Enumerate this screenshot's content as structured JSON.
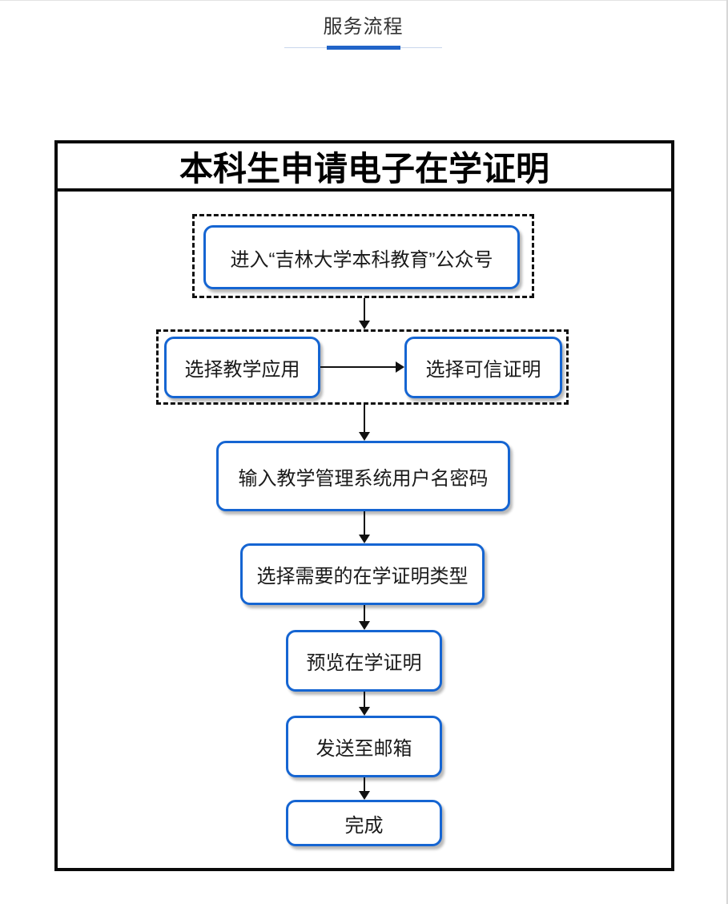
{
  "header": {
    "tab_label": "服务流程"
  },
  "flowchart": {
    "title": "本科生申请电子在学证明",
    "nodes": [
      {
        "id": "step-1",
        "label": "进入“吉林大学本科教育”公众号"
      },
      {
        "id": "step-2a",
        "label": "选择教学应用"
      },
      {
        "id": "step-2b",
        "label": "选择可信证明"
      },
      {
        "id": "step-3",
        "label": "输入教学管理系统用户名密码"
      },
      {
        "id": "step-4",
        "label": "选择需要的在学证明类型"
      },
      {
        "id": "step-5",
        "label": "预览在学证明"
      },
      {
        "id": "step-6",
        "label": "发送至邮箱"
      },
      {
        "id": "step-7",
        "label": "完成"
      }
    ],
    "edges": [
      {
        "from": "step-1",
        "to": "step-2a",
        "direction": "down"
      },
      {
        "from": "step-2a",
        "to": "step-2b",
        "direction": "right"
      },
      {
        "from": "step-2b",
        "to": "step-3",
        "direction": "down"
      },
      {
        "from": "step-3",
        "to": "step-4",
        "direction": "down"
      },
      {
        "from": "step-4",
        "to": "step-5",
        "direction": "down"
      },
      {
        "from": "step-5",
        "to": "step-6",
        "direction": "down"
      },
      {
        "from": "step-6",
        "to": "step-7",
        "direction": "down"
      }
    ]
  },
  "colors": {
    "node_border_blue": "#1565d2",
    "tab_active_underline": "#2164c8",
    "tab_track_line": "#c9d6ec",
    "frame_border": "#0a0a0a"
  }
}
